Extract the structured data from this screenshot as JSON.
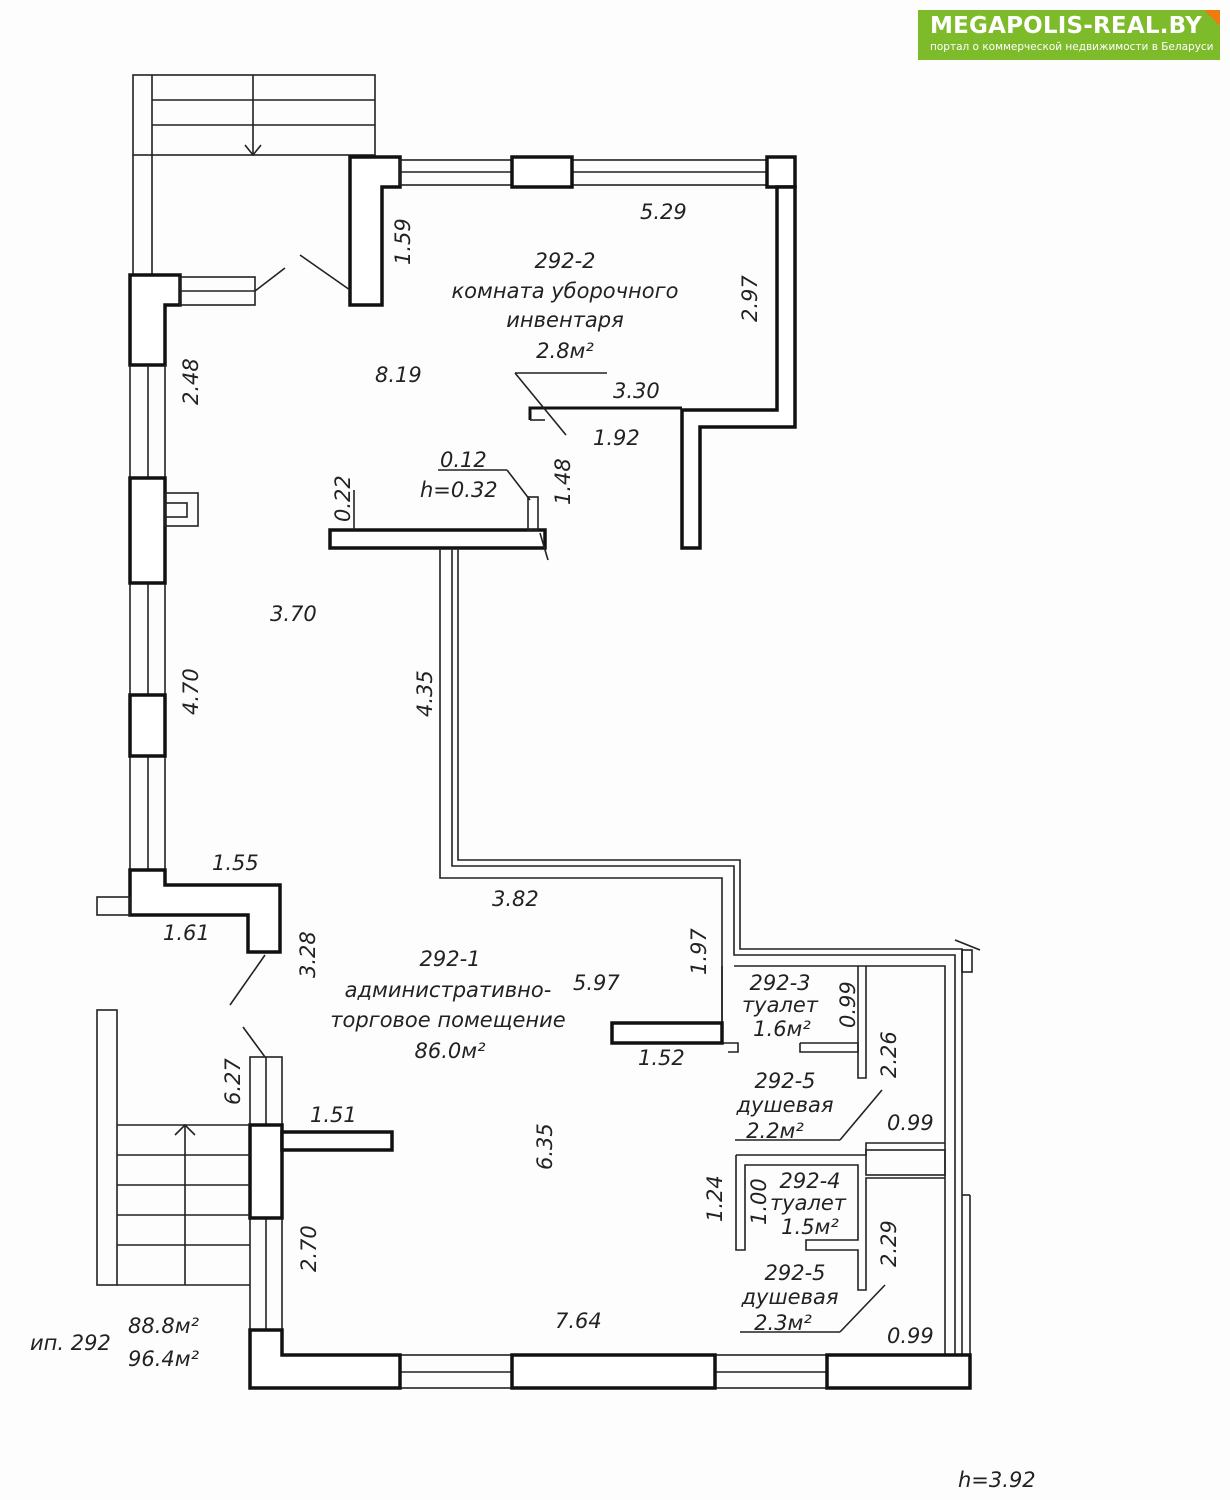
{
  "logo": {
    "name": "MEGAPOLIS-REAL.BY",
    "tagline": "портал о коммерческой недвижимости в Беларуси",
    "color": "#7dbb2a",
    "accent": "#f07a10"
  },
  "rooms": {
    "r2": {
      "id": "292-2",
      "name1": "комната уборочного",
      "name2": "инвентаря",
      "area": "2.8м²"
    },
    "r1": {
      "id": "292-1",
      "name1": "административно-",
      "name2": "торговое помещение",
      "area": "86.0м²"
    },
    "r3": {
      "id": "292-3",
      "name": "туалет",
      "area": "1.6м²"
    },
    "r5a": {
      "id": "292-5",
      "name": "душевая",
      "area": "2.2м²"
    },
    "r4": {
      "id": "292-4",
      "name": "туалет",
      "area": "1.5м²"
    },
    "r5b": {
      "id": "292-5",
      "name": "душевая",
      "area": "2.3м²"
    }
  },
  "dims": {
    "d529": "5.29",
    "d159": "1.59",
    "d297": "2.97",
    "d248": "2.48",
    "d819": "8.19",
    "d330": "3.30",
    "d192": "1.92",
    "d012": "0.12",
    "h032": "h=0.32",
    "d022": "0.22",
    "d148": "1.48",
    "d370": "3.70",
    "d435": "4.35",
    "d470": "4.70",
    "d155": "1.55",
    "d161": "1.61",
    "d328": "3.28",
    "d382": "3.82",
    "d197": "1.97",
    "d597": "5.97",
    "d099a": "0.99",
    "d226": "2.26",
    "d152": "1.52",
    "d627": "6.27",
    "d151": "1.51",
    "d635": "6.35",
    "d099b": "0.99",
    "d124": "1.24",
    "d100": "1.00",
    "d229": "2.29",
    "d270": "2.70",
    "d764": "7.64",
    "d099c": "0.99"
  },
  "summary": {
    "unit": "ип. 292",
    "area1": "88.8м²",
    "area2": "96.4м²",
    "height": "h=3.92"
  }
}
